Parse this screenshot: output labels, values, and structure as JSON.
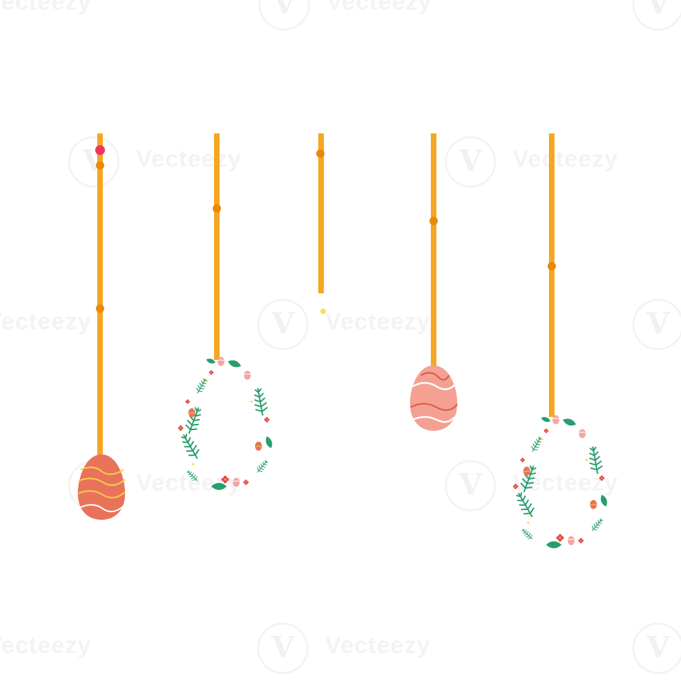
{
  "watermark": {
    "text": "Vecteezy",
    "logo_glyph": "V"
  },
  "colors": {
    "background": "#ffffff",
    "string": "#f5a623",
    "knot": "#e8890c",
    "egg_coral": "#e8735a",
    "egg_pink": "#f4a093",
    "stripe_yellow": "#f7d046",
    "stripe_white": "#ffffff",
    "stripe_red": "#d95a3f",
    "leaf_green": "#2a9d6e",
    "flower_red": "#e04848",
    "flower_pink": "#f2a7a0",
    "pin_red": "#ee3560",
    "bead_yellow": "#f9e05a"
  },
  "ornaments": [
    {
      "name": "hanging-striped-egg-left",
      "type": "egg",
      "icon": "easter-egg-icon"
    },
    {
      "name": "hanging-wreath-left",
      "type": "wreath",
      "icon": "floral-wreath-icon"
    },
    {
      "name": "hanging-empty-string",
      "type": "string",
      "icon": "bead-icon"
    },
    {
      "name": "hanging-pink-egg",
      "type": "egg",
      "icon": "easter-egg-icon"
    },
    {
      "name": "hanging-wreath-right",
      "type": "wreath",
      "icon": "floral-wreath-icon"
    }
  ]
}
